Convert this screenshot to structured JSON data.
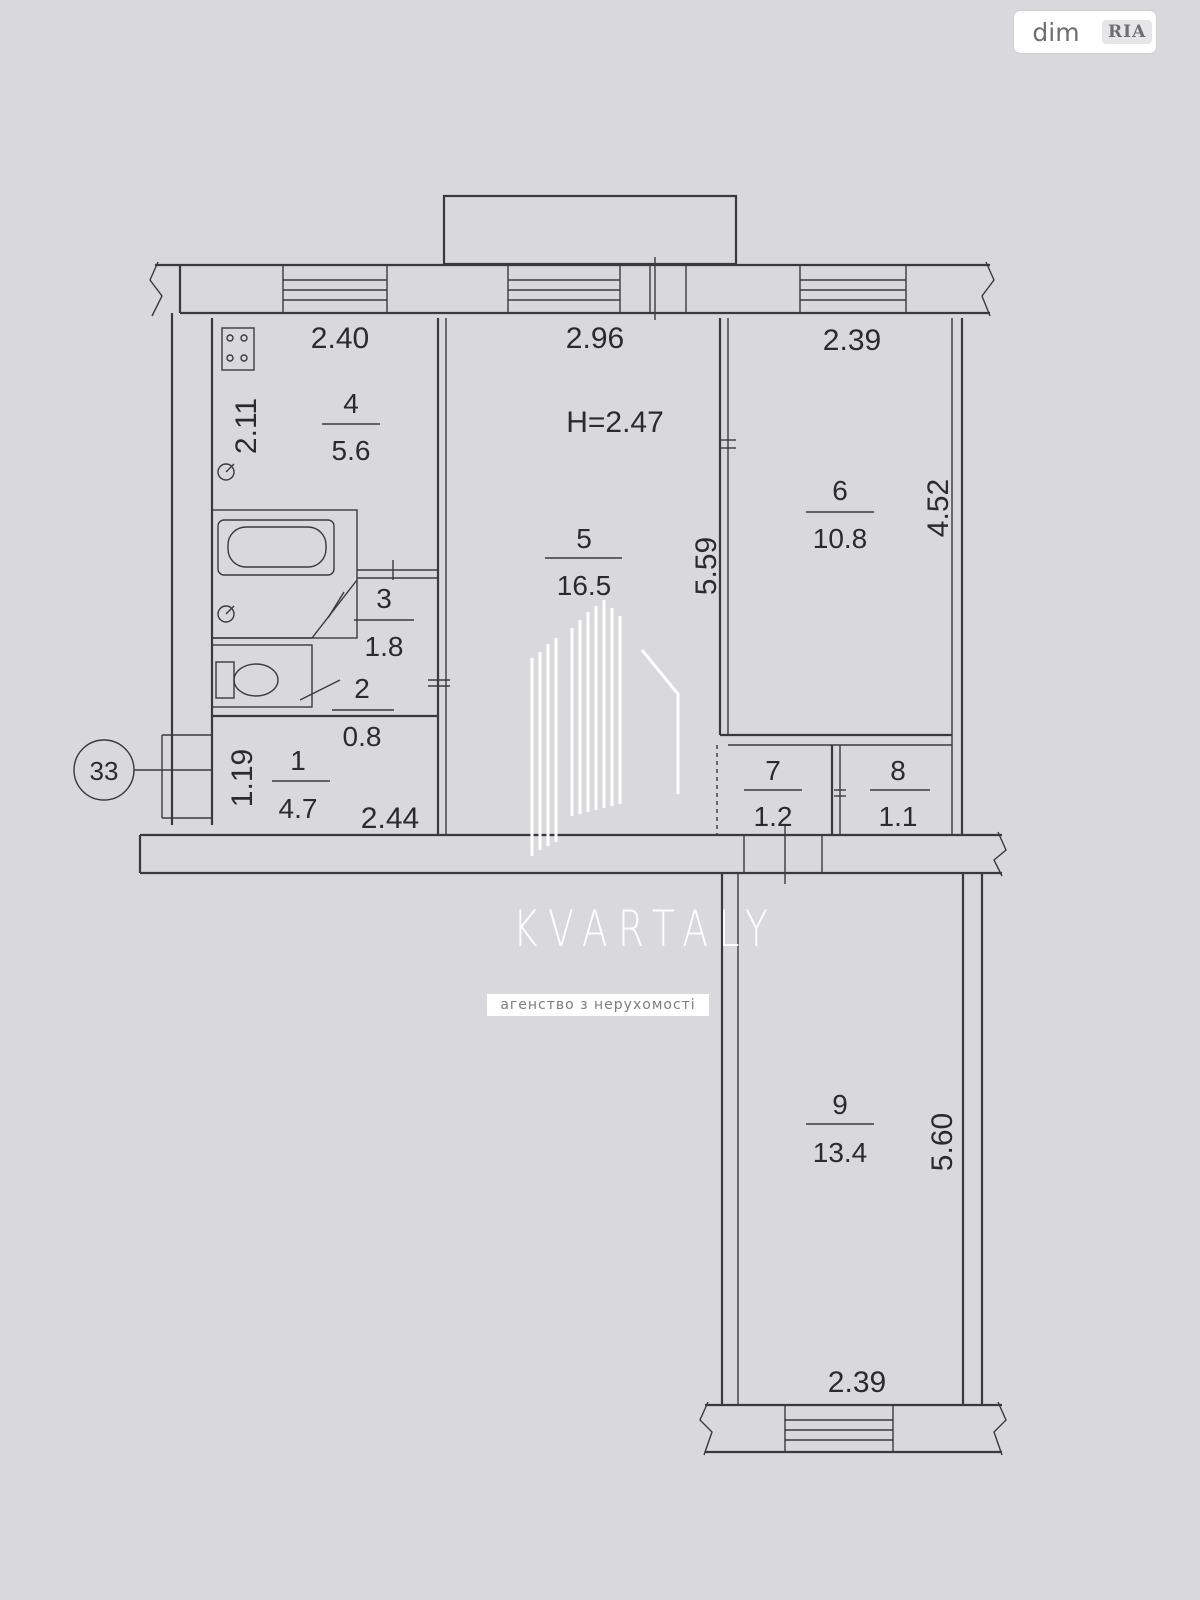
{
  "site_badge": {
    "left": "dim",
    "right": "RIA"
  },
  "watermark": {
    "word": "KVARTALY",
    "subtitle": "агенство з нерухомості"
  },
  "plan": {
    "axis_marker": "33",
    "ceiling_height": "H=2.47",
    "dimensions": {
      "room4_width": "2.40",
      "room5_width": "2.96",
      "room6_width": "2.39",
      "room4_length": "2.11",
      "room5_length": "5.59",
      "room6_length": "4.52",
      "room1_length": "1.19",
      "room1_width": "2.44",
      "room9_length": "5.60",
      "room9_width": "2.39"
    },
    "rooms": [
      {
        "id": "1",
        "area": "4.7"
      },
      {
        "id": "2",
        "area": "0.8"
      },
      {
        "id": "3",
        "area": "1.8"
      },
      {
        "id": "4",
        "area": "5.6"
      },
      {
        "id": "5",
        "area": "16.5"
      },
      {
        "id": "6",
        "area": "10.8"
      },
      {
        "id": "7",
        "area": "1.2"
      },
      {
        "id": "8",
        "area": "1.1"
      },
      {
        "id": "9",
        "area": "13.4"
      }
    ]
  }
}
